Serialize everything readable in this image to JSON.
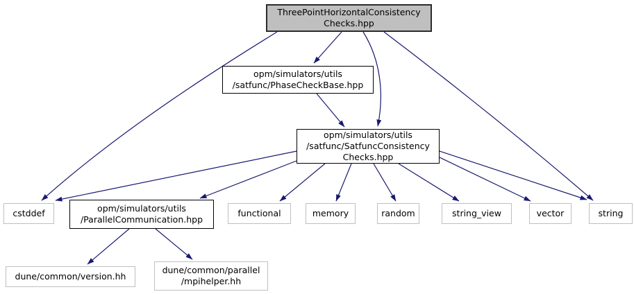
{
  "diagram": {
    "type": "include-dependency-graph",
    "colors": {
      "edge": "#191970",
      "main_node_fill": "#bfbfbf",
      "node_border": "#000000",
      "external_node_border": "#bfbfbf",
      "background": "#ffffff"
    },
    "nodes": [
      {
        "id": "main",
        "label": "ThreePointHorizontalConsistency\nChecks.hpp",
        "kind": "current-file"
      },
      {
        "id": "phasecheckbase",
        "label": "opm/simulators/utils\n/satfunc/PhaseCheckBase.hpp",
        "kind": "project-header"
      },
      {
        "id": "satfuncconsistencychecks",
        "label": "opm/simulators/utils\n/satfunc/SatfuncConsistency\nChecks.hpp",
        "kind": "project-header"
      },
      {
        "id": "cstddef",
        "label": "cstddef",
        "kind": "system-header"
      },
      {
        "id": "parallelcommunication",
        "label": "opm/simulators/utils\n/ParallelCommunication.hpp",
        "kind": "project-header"
      },
      {
        "id": "functional",
        "label": "functional",
        "kind": "system-header"
      },
      {
        "id": "memory",
        "label": "memory",
        "kind": "system-header"
      },
      {
        "id": "random",
        "label": "random",
        "kind": "system-header"
      },
      {
        "id": "string_view",
        "label": "string_view",
        "kind": "system-header"
      },
      {
        "id": "vector",
        "label": "vector",
        "kind": "system-header"
      },
      {
        "id": "string",
        "label": "string",
        "kind": "system-header"
      },
      {
        "id": "dune_version",
        "label": "dune/common/version.hh",
        "kind": "external-header"
      },
      {
        "id": "dune_mpihelper",
        "label": "dune/common/parallel\n/mpihelper.hh",
        "kind": "external-header"
      }
    ],
    "edges": [
      {
        "from": "main",
        "to": "phasecheckbase"
      },
      {
        "from": "main",
        "to": "satfuncconsistencychecks"
      },
      {
        "from": "main",
        "to": "cstddef"
      },
      {
        "from": "main",
        "to": "string"
      },
      {
        "from": "phasecheckbase",
        "to": "satfuncconsistencychecks"
      },
      {
        "from": "satfuncconsistencychecks",
        "to": "cstddef"
      },
      {
        "from": "satfuncconsistencychecks",
        "to": "parallelcommunication"
      },
      {
        "from": "satfuncconsistencychecks",
        "to": "functional"
      },
      {
        "from": "satfuncconsistencychecks",
        "to": "memory"
      },
      {
        "from": "satfuncconsistencychecks",
        "to": "random"
      },
      {
        "from": "satfuncconsistencychecks",
        "to": "string_view"
      },
      {
        "from": "satfuncconsistencychecks",
        "to": "vector"
      },
      {
        "from": "satfuncconsistencychecks",
        "to": "string"
      },
      {
        "from": "parallelcommunication",
        "to": "dune_version"
      },
      {
        "from": "parallelcommunication",
        "to": "dune_mpihelper"
      }
    ]
  }
}
